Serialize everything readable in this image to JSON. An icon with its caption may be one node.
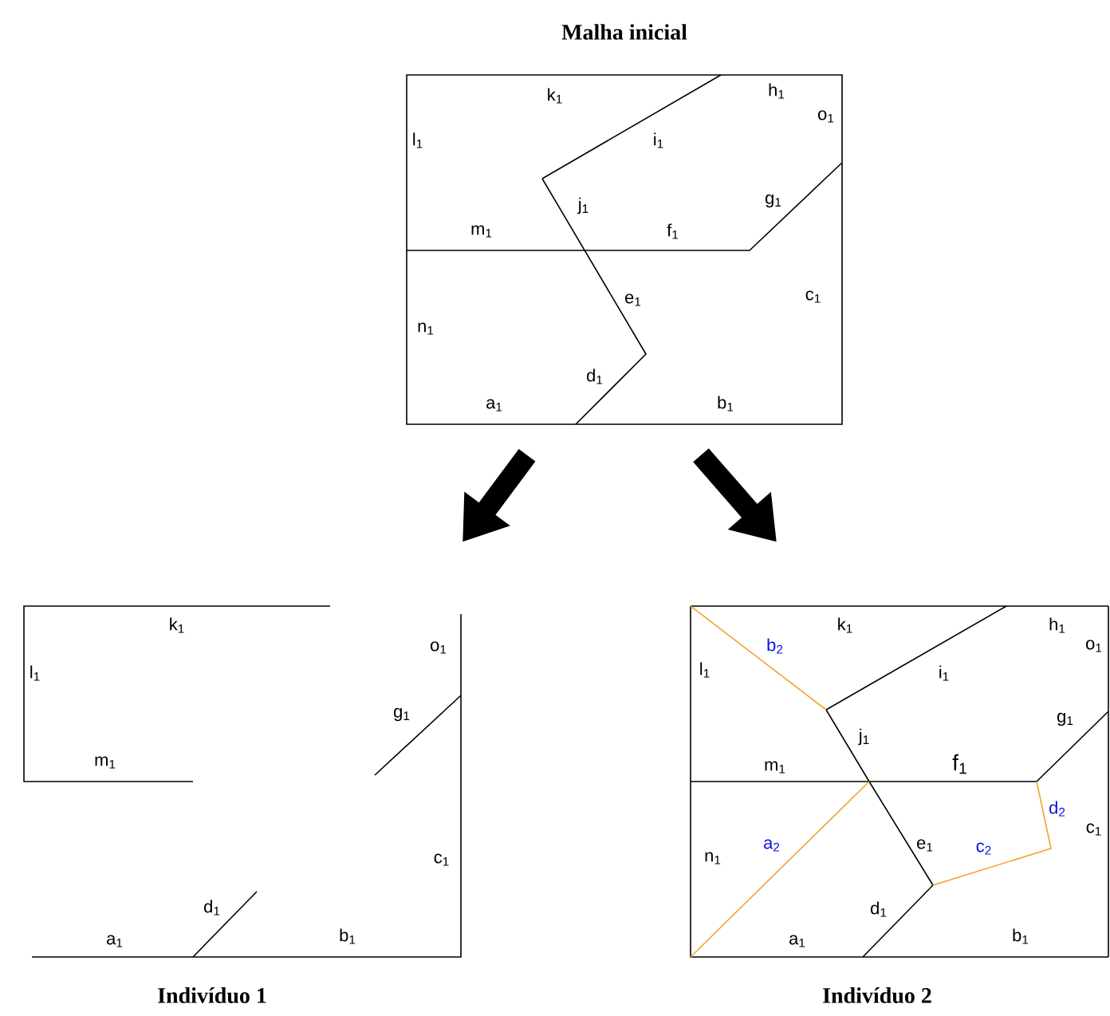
{
  "diagram": {
    "nodes": [
      {
        "text": [
          "Malha inicial"
        ]
      },
      {
        "text": [
          "Indivíduo 1"
        ]
      },
      {
        "text": [
          "Indivíduo 2"
        ]
      }
    ],
    "edges": [
      {
        "from": 0,
        "to": 1,
        "arrow": "to"
      },
      {
        "from": 0,
        "to": 2,
        "arrow": "to"
      }
    ],
    "labels": [
      "k$_{1}$",
      "h$_{1}$",
      "o$_{1}$",
      "l$_{1}$",
      "i$_{1}$",
      "j$_{1}$",
      "g$_{1}$",
      "m$_{1}$",
      "f$_{1}$",
      "e$_{1}$",
      "c$_{1}$",
      "n$_{1}$",
      "d$_{1}$",
      "a$_{1}$",
      "b$_{1}$",
      "k$_{1}$",
      "o$_{1}$",
      "l$_{1}$",
      "g$_{1}$",
      "m$_{1}$",
      "c$_{1}$",
      "d$_{1}$",
      "a$_{1}$",
      "b$_{1}$",
      "k$_{1}$",
      "h$_{1}$",
      "b$_{2}$",
      "o$_{1}$",
      "l$_{1}$",
      "i$_{1}$",
      "g$_{1}$",
      "j$_{1}$",
      "m$_{1}$",
      "f$_{1}$",
      "d$_{2}$",
      "c$_{1}$",
      "e$_{1}$",
      "c$_{2}$",
      "n$_{1}$",
      "a$_{2}$",
      "d$_{1}$",
      "a$_{1}$",
      "b$_{1}$"
    ]
  }
}
